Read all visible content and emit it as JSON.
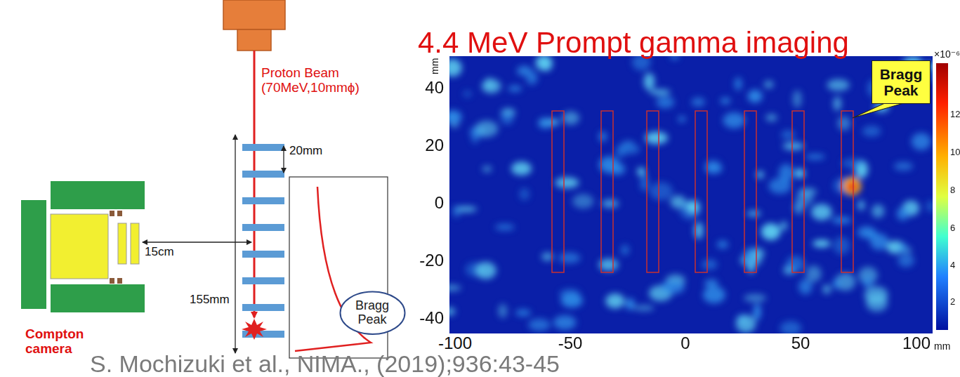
{
  "diagram": {
    "title": "4.4 MeV Prompt gamma imaging",
    "caption": "S. Mochizuki et al., NIMA., (2019);936:43-45",
    "nodes": [
      {
        "text": [
          "Bragg Peak"
        ]
      },
      {
        "text": [
          "Bragg Peak"
        ]
      }
    ],
    "labels": [
      "Proton Beam (70MeV,10mmϕ)",
      "20mm",
      "15cm",
      "155mm",
      "Compton camera",
      "mm",
      "40",
      "20",
      "0",
      "-20",
      "-40",
      "-100",
      "-50",
      "0",
      "50",
      "100",
      "mm",
      "×10⁻⁶",
      "12",
      "10",
      "8",
      "6",
      "4",
      "2"
    ]
  }
}
